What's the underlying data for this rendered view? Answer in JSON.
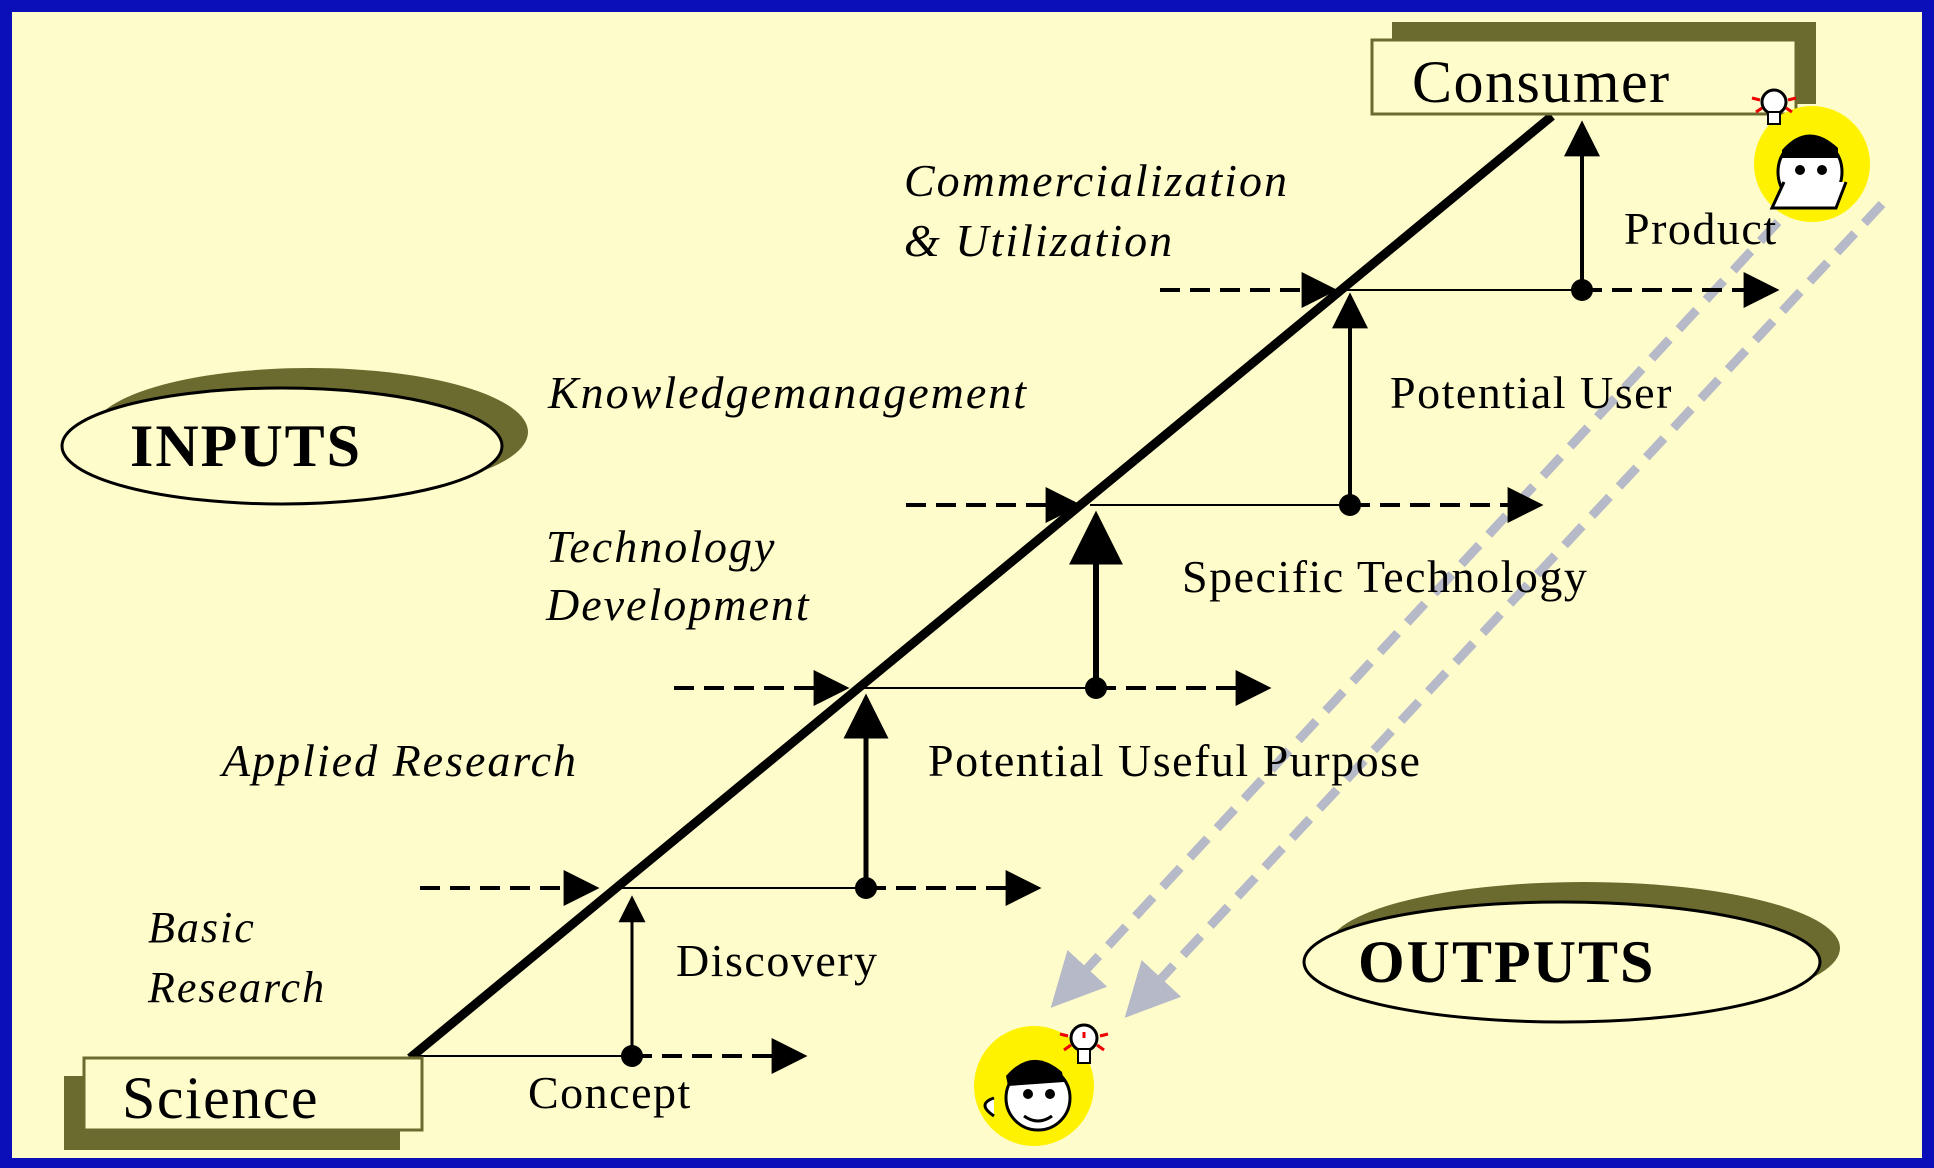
{
  "colors": {
    "frame": "#0a0fb8",
    "background": "#fffccc",
    "shadow": "#6b6b2f",
    "box_border": "#6b6b2f",
    "line": "#000000",
    "gray_arrow": "#b6b9c7",
    "bulb_face": "#fff200"
  },
  "boxes": {
    "consumer": "Consumer",
    "science": "Science"
  },
  "ellipses": {
    "inputs": "INPUTS",
    "outputs": "OUTPUTS"
  },
  "stages": [
    {
      "line1": "Basic",
      "line2": "Research"
    },
    {
      "line1": "Applied Research",
      "line2": ""
    },
    {
      "line1": "Technology",
      "line2": "Development"
    },
    {
      "line1": "Knowledgemanagement",
      "line2": ""
    },
    {
      "line1": "Commercialization",
      "line2": "& Utilization"
    }
  ],
  "outputs_labels": [
    "Concept",
    "Discovery",
    "Potential Useful Purpose",
    "Specific Technology",
    "Potential User",
    "Product"
  ],
  "icons": {
    "top_mascot": "thinking-person-lightbulb-icon",
    "bottom_mascot": "thinking-person-lightbulb-icon"
  }
}
